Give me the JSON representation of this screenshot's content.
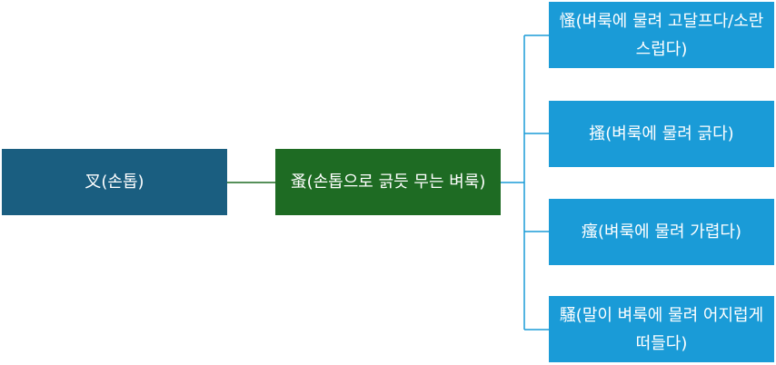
{
  "diagram": {
    "root": {
      "label": "叉(손톱)",
      "color": "#1a5e80"
    },
    "mid": {
      "label": "蚤(손톱으로 긁듯 무는 벼룩)",
      "color": "#1e6b23"
    },
    "leaves": [
      {
        "label": "慅(벼룩에 물려 고달프다/소란스럽다)"
      },
      {
        "label": "搔(벼룩에 물려 긁다)"
      },
      {
        "label": "瘙(벼룩에 물려 가렵다)"
      },
      {
        "label": "騷(말이 벼룩에 물려 어지럽게 떠들다)"
      }
    ],
    "leaf_color": "#1a9bd7",
    "connector_colors": {
      "root_to_mid": "#1e6b23",
      "mid_to_leaves": "#1a9bd7"
    }
  }
}
